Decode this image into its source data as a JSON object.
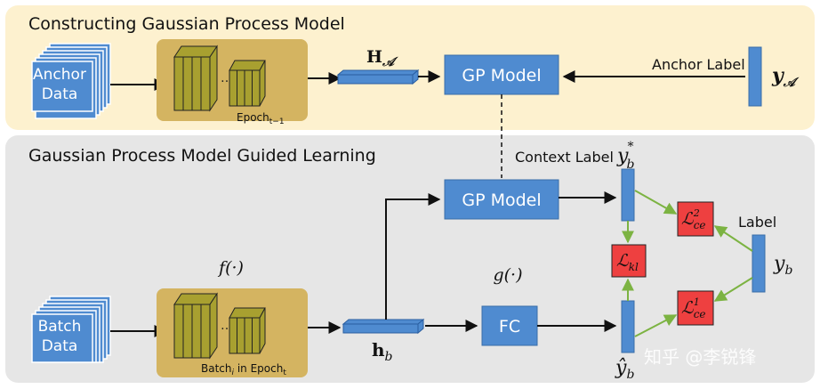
{
  "panels": {
    "top_title": "Constructing Gaussian Process Model",
    "bottom_title": "Gaussian Process Model Guided Learning"
  },
  "top": {
    "anchor_data_line1": "Anchor",
    "anchor_data_line2": "Data",
    "epoch_caption_main": "Epoch",
    "epoch_caption_sub": "t−1",
    "feature_label_main": "H",
    "feature_label_sub": "𝒜",
    "gp_model_label": "GP Model",
    "anchor_label_text": "Anchor Label",
    "anchor_y_main": "y",
    "anchor_y_sub": "𝒜"
  },
  "bottom": {
    "batch_data_line1": "Batch",
    "batch_data_line2": "Data",
    "f_label": "f(·)",
    "g_label": "g(·)",
    "batch_caption_a": "Batch",
    "batch_caption_i": "i",
    "batch_caption_b": " in Epoch",
    "batch_caption_t": "t",
    "feature_label_main": "h",
    "feature_label_sub": "b",
    "gp_model_label": "GP Model",
    "fc_label": "FC",
    "context_label_text": "Context Label",
    "y_star_main": "y",
    "y_star_sub": "b",
    "y_star_sup": "*",
    "y_hat_main": "ŷ",
    "y_hat_sub": "b",
    "label_text": "Label",
    "y_b_main": "y",
    "y_b_sub": "b",
    "loss_kl_main": "ℒ",
    "loss_kl_sub": "kl",
    "loss_ce2_main": "ℒ",
    "loss_ce2_sub": "ce",
    "loss_ce2_sup": "2",
    "loss_ce1_main": "ℒ",
    "loss_ce1_sub": "ce",
    "loss_ce1_sup": "1"
  },
  "watermark": "知乎 @李锐锋",
  "colors": {
    "top_panel": "#fdf1cf",
    "bottom_panel": "#e6e6e6",
    "module_gold": "#d4b461",
    "layer_olive": "#a8a030",
    "box_blue": "#4f8bd0",
    "loss_red": "#ee4040",
    "arrow_green": "#7cb342"
  }
}
